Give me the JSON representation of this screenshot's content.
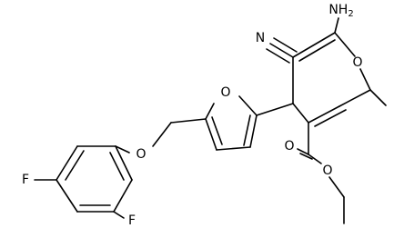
{
  "structure": {
    "atoms": {
      "nh2": {
        "text": "NH",
        "subscript": "2"
      },
      "nitrile_n": "N",
      "pyran_o": "O",
      "furan_o": "O",
      "ether_o": "O",
      "ester_carbonyl_o": "O",
      "ester_o": "O",
      "fluorine_left": "F",
      "fluorine_bottom": "F"
    }
  }
}
